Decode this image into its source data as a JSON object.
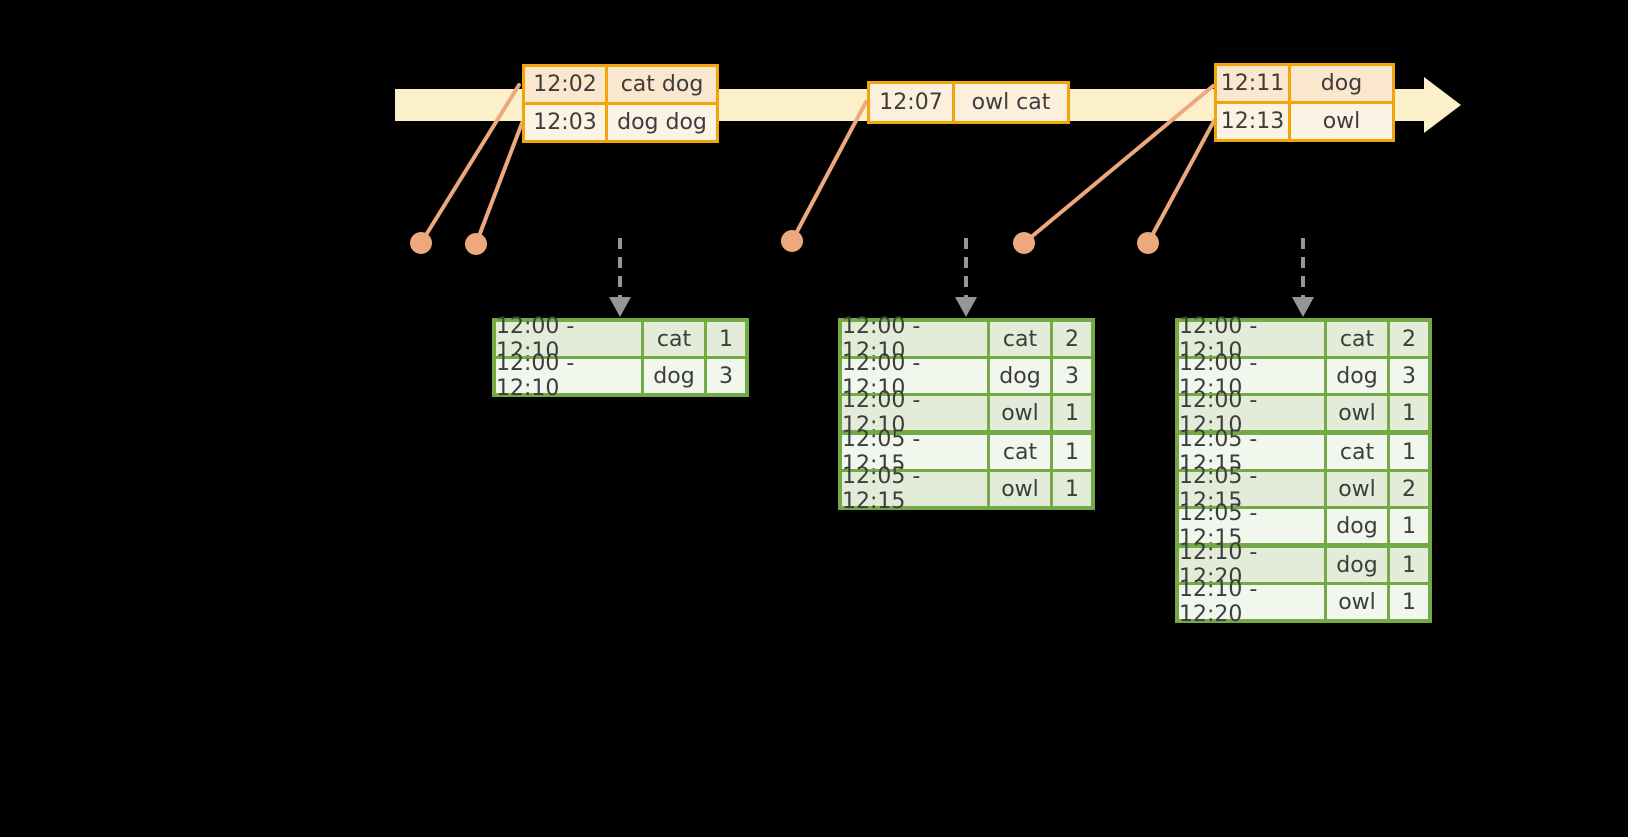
{
  "colors": {
    "background": "#000000",
    "timeline_band": "#fbf0ca",
    "event_border": "#f0a50a",
    "event_row_dark": "#fbe7cd",
    "event_row_light": "#fdf3e4",
    "connector_salmon": "#eda87e",
    "trigger_gray": "#969696",
    "result_border": "#74aa46",
    "result_row_dark": "#e2ecd8",
    "result_row_light": "#f2f7ee",
    "text": "#3d3d3d"
  },
  "event_tables": [
    {
      "rows": [
        {
          "time": "12:02",
          "words": "cat dog"
        },
        {
          "time": "12:03",
          "words": "dog dog"
        }
      ]
    },
    {
      "rows": [
        {
          "time": "12:07",
          "words": "owl cat"
        }
      ]
    },
    {
      "rows": [
        {
          "time": "12:11",
          "words": "dog"
        },
        {
          "time": "12:13",
          "words": "owl"
        }
      ]
    }
  ],
  "result_tables": [
    {
      "rows": [
        {
          "window": "12:00 - 12:10",
          "word": "cat",
          "count": "1"
        },
        {
          "window": "12:00 - 12:10",
          "word": "dog",
          "count": "3"
        }
      ]
    },
    {
      "rows": [
        {
          "window": "12:00 - 12:10",
          "word": "cat",
          "count": "2"
        },
        {
          "window": "12:00 - 12:10",
          "word": "dog",
          "count": "3"
        },
        {
          "window": "12:00 - 12:10",
          "word": "owl",
          "count": "1"
        },
        {
          "window": "12:05 - 12:15",
          "word": "cat",
          "count": "1"
        },
        {
          "window": "12:05 - 12:15",
          "word": "owl",
          "count": "1"
        }
      ]
    },
    {
      "rows": [
        {
          "window": "12:00 - 12:10",
          "word": "cat",
          "count": "2"
        },
        {
          "window": "12:00 - 12:10",
          "word": "dog",
          "count": "3"
        },
        {
          "window": "12:00 - 12:10",
          "word": "owl",
          "count": "1"
        },
        {
          "window": "12:05 - 12:15",
          "word": "cat",
          "count": "1"
        },
        {
          "window": "12:05 - 12:15",
          "word": "owl",
          "count": "2"
        },
        {
          "window": "12:05 - 12:15",
          "word": "dog",
          "count": "1"
        },
        {
          "window": "12:10 - 12:20",
          "word": "dog",
          "count": "1"
        },
        {
          "window": "12:10 - 12:20",
          "word": "owl",
          "count": "1"
        }
      ]
    }
  ]
}
